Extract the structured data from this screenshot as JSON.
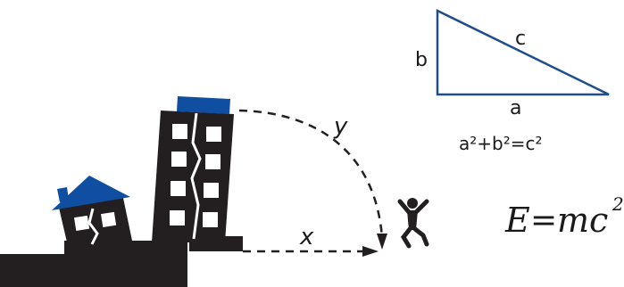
{
  "triangle": {
    "label_a": "a",
    "label_b": "b",
    "label_c": "c",
    "formula": "a²+b²=c²"
  },
  "arrows": {
    "label_x": "x",
    "label_y": "y"
  },
  "equation": {
    "E": "E",
    "eq": "=",
    "mc": "mc",
    "exp": "2"
  },
  "colors": {
    "building": "#231f20",
    "roof_blue": "#0f4ea0",
    "triangle_line": "#1e4f8c"
  }
}
